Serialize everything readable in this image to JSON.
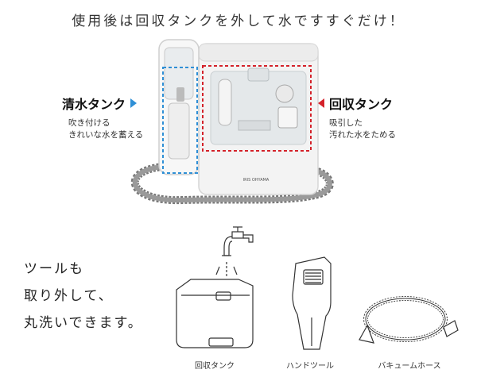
{
  "headline": "使用後は回収タンクを外して水ですすぐだけ！",
  "clean_tank": {
    "title": "清水タンク",
    "desc_line1": "吹き付ける",
    "desc_line2": "きれいな水を蓄える"
  },
  "recovery_tank": {
    "title": "回収タンク",
    "desc_line1": "吸引した",
    "desc_line2": "汚れた水をためる"
  },
  "tools_text": {
    "line1": "ツールも",
    "line2": "取り外して、",
    "line3": "丸洗いできます。"
  },
  "captions": {
    "tank": "回収タンク",
    "hand_tool": "ハンドツール",
    "hose": "バキュームホース"
  },
  "brand": "IRIS OHYAMA",
  "colors": {
    "blue_dash": "#2f8fd6",
    "red_dash": "#d4222a"
  }
}
